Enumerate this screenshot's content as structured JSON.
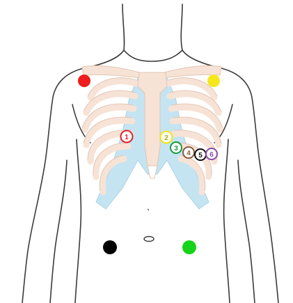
{
  "diagram": {
    "colors": {
      "outline": "#3a3a3a",
      "skin": "#ffffff",
      "bone": "#f7e3d6",
      "bone_edge": "#e2c4b2",
      "cartilage": "#c4e4f2",
      "cartilage_edge": "#a9d2e6"
    },
    "limb_electrodes": [
      {
        "id": "RA",
        "color": "#ee1c1c"
      },
      {
        "id": "LA",
        "color": "#f5e71c"
      },
      {
        "id": "RL",
        "color": "#000000"
      },
      {
        "id": "LL",
        "color": "#17d31a"
      }
    ],
    "chest_electrodes": [
      {
        "label": "1",
        "ring_color": "#e31f26"
      },
      {
        "label": "2",
        "ring_color": "#f0e60f"
      },
      {
        "label": "3",
        "ring_color": "#1a9a3c"
      },
      {
        "label": "4",
        "ring_color": "#8a5a3c"
      },
      {
        "label": "5",
        "ring_color": "#111111"
      },
      {
        "label": "6",
        "ring_color": "#8a4aa8"
      }
    ]
  }
}
